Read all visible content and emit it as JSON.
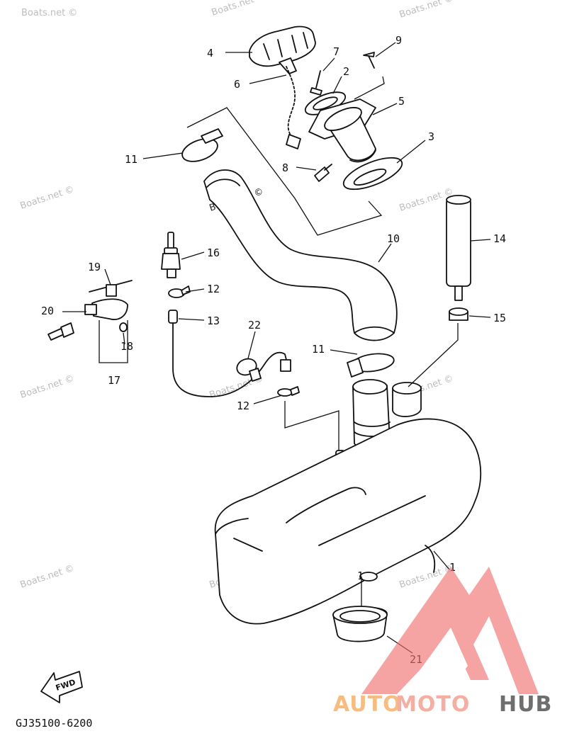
{
  "watermark": {
    "text": "Boats.net ©"
  },
  "part_number": "GJ35100-6200",
  "fwd_label": "FWD",
  "logo": {
    "part1": "AUTO",
    "part2": "MOTO",
    "part3": "HUB",
    "color_part1": "#f6b26b",
    "color_part2": "#f4a092",
    "color_part3": "#555555",
    "mark_color": "#ef6f6f"
  },
  "callouts": {
    "c1a": "1",
    "c1b": "1",
    "c2": "2",
    "c3": "3",
    "c4": "4",
    "c5": "5",
    "c6": "6",
    "c7": "7",
    "c8": "8",
    "c9": "9",
    "c10": "10",
    "c11a": "11",
    "c11b": "11",
    "c12a": "12",
    "c12b": "12",
    "c13": "13",
    "c14": "14",
    "c15": "15",
    "c16": "16",
    "c17": "17",
    "c18": "18",
    "c19": "19",
    "c20": "20",
    "c21": "21",
    "c22": "22"
  }
}
